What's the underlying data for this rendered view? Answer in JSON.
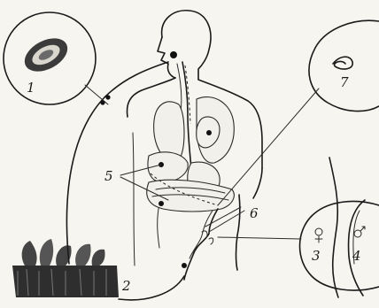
{
  "labels": {
    "l1": "1",
    "l2": "2",
    "l3": "3",
    "l4": "4",
    "l5": "5",
    "l6": "6",
    "l7": "7"
  }
}
